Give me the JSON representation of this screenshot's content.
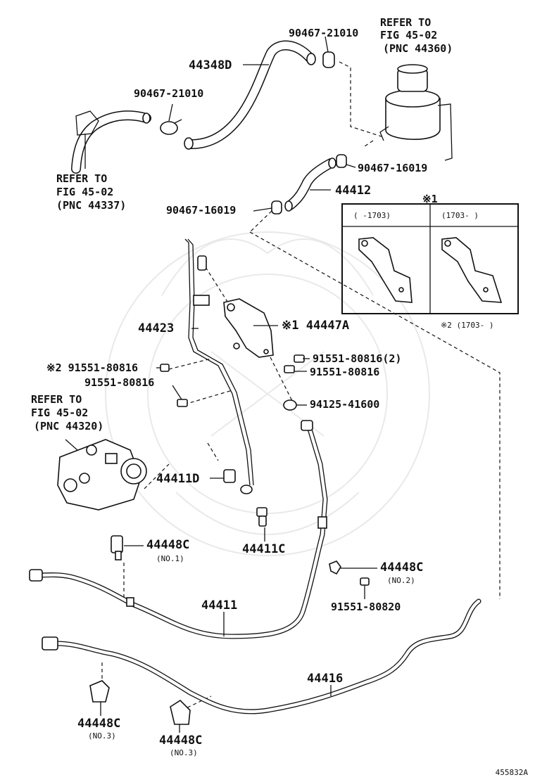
{
  "diagram_id": "455832A",
  "labels": {
    "p_44348D": "44348D",
    "p_90467_21010_top": "90467-21010",
    "p_90467_21010_left": "90467-21010",
    "p_90467_16019_a": "90467-16019",
    "p_90467_16019_b": "90467-16019",
    "p_44412": "44412",
    "p_44447A": "※1 44447A",
    "p_44423": "44423",
    "p_91551_80816_2": "91551-80816(2)",
    "p_91551_80816_right": "91551-80816",
    "p_91551_80816_left_x2": "※2 91551-80816",
    "p_91551_80816_left": "91551-80816",
    "p_94125_41600": "94125-41600",
    "p_44411D": "44411D",
    "p_44411C": "44411C",
    "p_44448C_1": "44448C",
    "p_44448C_2": "44448C",
    "p_44448C_3a": "44448C",
    "p_44448C_3b": "44448C",
    "p_91551_80820": "91551-80820",
    "p_44411": "44411",
    "p_44416": "44416"
  },
  "notes": {
    "no1": "(NO.1)",
    "no2": "(NO.2)",
    "no3a": "(NO.3)",
    "no3b": "(NO.3)"
  },
  "refs": {
    "reservoir": [
      "REFER TO",
      "FIG 45-02",
      "(PNC 44360)"
    ],
    "left_top": [
      "REFER TO",
      "FIG 45-02",
      "(PNC 44337)"
    ],
    "pump": [
      "REFER TO",
      "FIG 45-02",
      "(PNC 44320)"
    ]
  },
  "inset": {
    "marker": "※1",
    "col1": "(    -1703)",
    "col2": "(1703-      )"
  },
  "footnote": "※2 (1703-      )"
}
